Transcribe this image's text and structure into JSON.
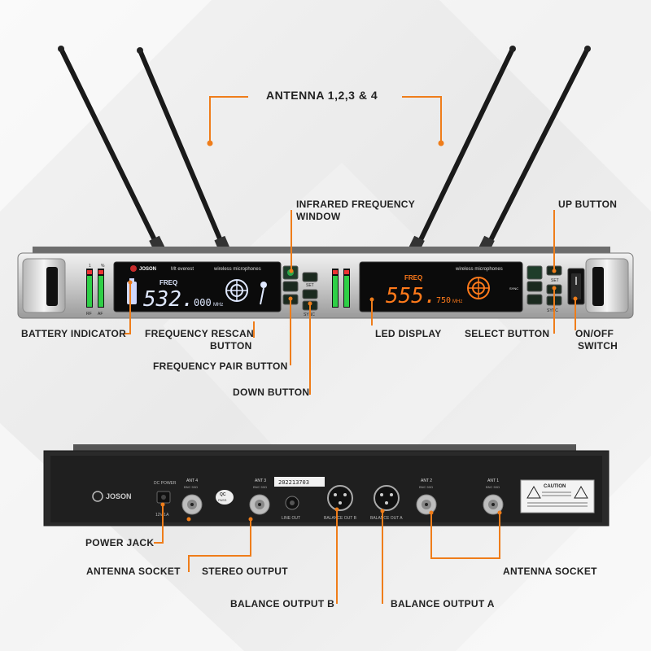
{
  "labels": {
    "antenna": "ANTENNA 1,2,3 & 4",
    "infrared_1": "INFRARED FREQUENCY",
    "infrared_2": "WINDOW",
    "up_button": "UP BUTTON",
    "battery_indicator": "BATTERY INDICATOR",
    "freq_rescan_1": "FREQUENCY RESCAN",
    "freq_rescan_2": "BUTTON",
    "freq_pair": "FREQUENCY PAIR BUTTON",
    "down_button": "DOWN BUTTON",
    "led_display": "LED DISPLAY",
    "select_button": "SELECT BUTTON",
    "onoff_1": "ON/OFF",
    "onoff_2": "SWITCH",
    "power_jack": "POWER JACK",
    "antenna_socket_left": "ANTENNA SOCKET",
    "stereo_output": "STEREO OUTPUT",
    "antenna_socket_right": "ANTENNA SOCKET",
    "balance_output_b": "BALANCE OUTPUT B",
    "balance_output_a": "BALANCE OUTPUT A"
  },
  "front_panel": {
    "brand": "JOSON",
    "model": "Mt everest",
    "tagline_left": "wireless microphones",
    "tagline_right": "wireless microphones",
    "freq_label_left": "FREQ",
    "freq_main_left": "532.",
    "freq_dec_left": "000",
    "unit_left": "MHz",
    "freq_label_right": "FREQ",
    "freq_main_right": "555.",
    "freq_dec_right": "750",
    "unit_right": "MHz",
    "btn_set": "SET",
    "btn_sync": "SYNC",
    "meter_top_rf": "RF",
    "meter_top_af": "AF",
    "meter_left_top": "1",
    "meter_right_top": "%",
    "sync_tag": "SYNC"
  },
  "rear_panel": {
    "brand": "JOSON",
    "dc_power": "DC POWER",
    "voltage": "12V 1A",
    "ant4": "ANT 4",
    "ant3": "ANT 3",
    "ant2": "ANT 2",
    "ant1": "ANT 1",
    "bnc": "BNC 50Ω",
    "serial": "202213703",
    "qc": "QC",
    "qc_pass": "PASS",
    "line_out": "LINE OUT",
    "bal_out_b": "BALANCE OUT B",
    "bal_out_a": "BALANCE OUT A",
    "caution": "CAUTION"
  },
  "colors": {
    "accent": "#ef7d1a",
    "lcd_blue": "#dfe8ff",
    "lcd_orange": "#ff7a1a"
  }
}
